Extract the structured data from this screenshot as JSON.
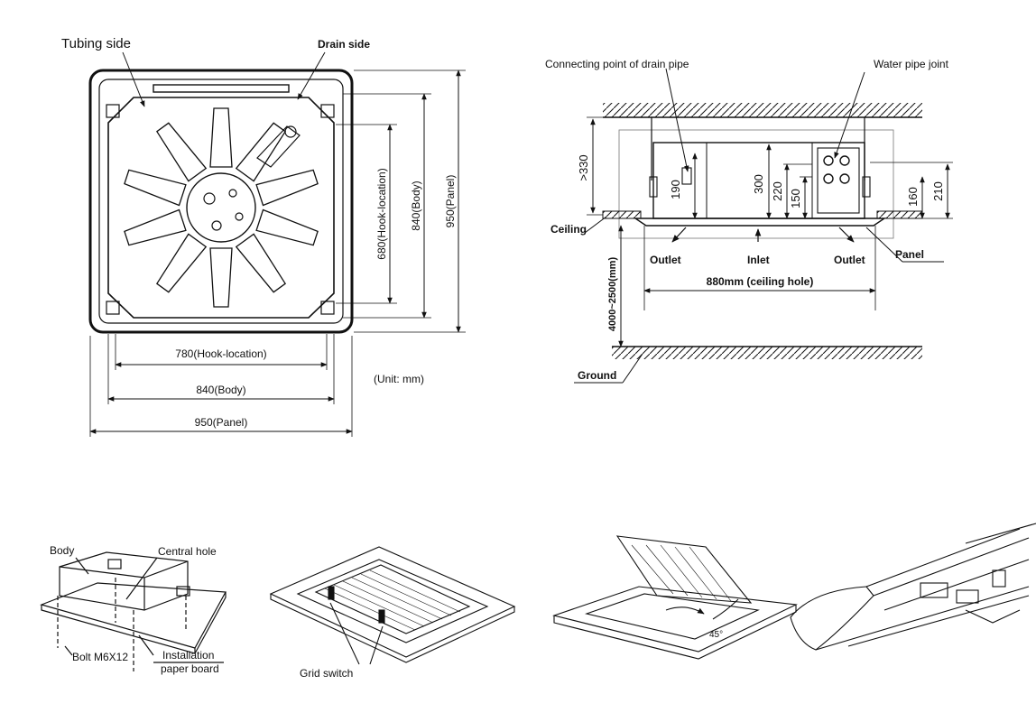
{
  "top_view": {
    "tubing_side": "Tubing side",
    "drain_side": "Drain side",
    "dim_hook_w": "780(Hook-location)",
    "dim_body_w": "840(Body)",
    "dim_panel_w": "950(Panel)",
    "dim_hook_h": "680(Hook-location)",
    "dim_body_h": "840(Body)",
    "dim_panel_h": "950(Panel)",
    "unit": "(Unit: mm)"
  },
  "side_view": {
    "connecting_point": "Connecting point of drain pipe",
    "water_pipe_joint": "Water pipe joint",
    "dim_330": ">330",
    "dim_190": "190",
    "dim_300": "300",
    "dim_220": "220",
    "dim_150": "150",
    "dim_160": "160",
    "dim_210": "210",
    "ceiling": "Ceiling",
    "outlet_left": "Outlet",
    "inlet": "Inlet",
    "outlet_right": "Outlet",
    "panel": "Panel",
    "ceiling_hole": "880mm (ceiling hole)",
    "height_range": "4000~2500(mm)",
    "ground": "Ground"
  },
  "install_view": {
    "body": "Body",
    "central_hole": "Central hole",
    "bolt": "Bolt M6X12",
    "paper_board_1": "Installation",
    "paper_board_2": "paper board"
  },
  "grid_view": {
    "grid_switch": "Grid switch"
  },
  "open_view": {
    "angle": "45°"
  }
}
